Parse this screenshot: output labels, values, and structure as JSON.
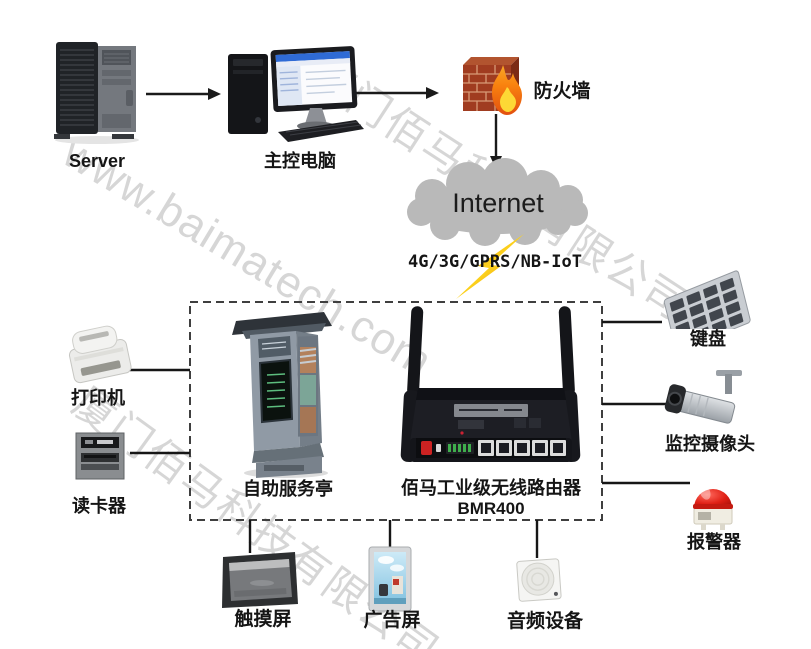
{
  "watermark": {
    "company_upper": "厦门佰马科技有限公司",
    "website": "www.baimatech.com",
    "company_lower": "厦门佰马科技有限公司"
  },
  "nodes": {
    "server": {
      "label": "Server"
    },
    "computer": {
      "label": "主控电脑"
    },
    "firewall": {
      "label": "防火墙"
    },
    "internet": {
      "label": "Internet"
    },
    "wan_link": {
      "label": "4G/3G/GPRS/NB-IoT"
    },
    "kiosk": {
      "label": "自助服务亭"
    },
    "router": {
      "label": "佰马工业级无线路由器",
      "model": "BMR400"
    },
    "printer": {
      "label": "打印机"
    },
    "card_reader": {
      "label": "读卡器"
    },
    "keypad": {
      "label": "键盘"
    },
    "camera": {
      "label": "监控摄像头"
    },
    "alarm": {
      "label": "报警器"
    },
    "touch_screen": {
      "label": "触摸屏"
    },
    "ad_screen": {
      "label": "广告屏"
    },
    "audio_device": {
      "label": "音频设备"
    }
  },
  "colors": {
    "background": "#ffffff",
    "watermark": "#c6c6c6",
    "connector": "#1a1a1a",
    "cloud": "#b9b9b9",
    "bolt_orange": "#f08a1d",
    "bolt_yellow": "#fcd21c",
    "brick_red": "#a03c20",
    "alarm_red": "#d42018"
  }
}
